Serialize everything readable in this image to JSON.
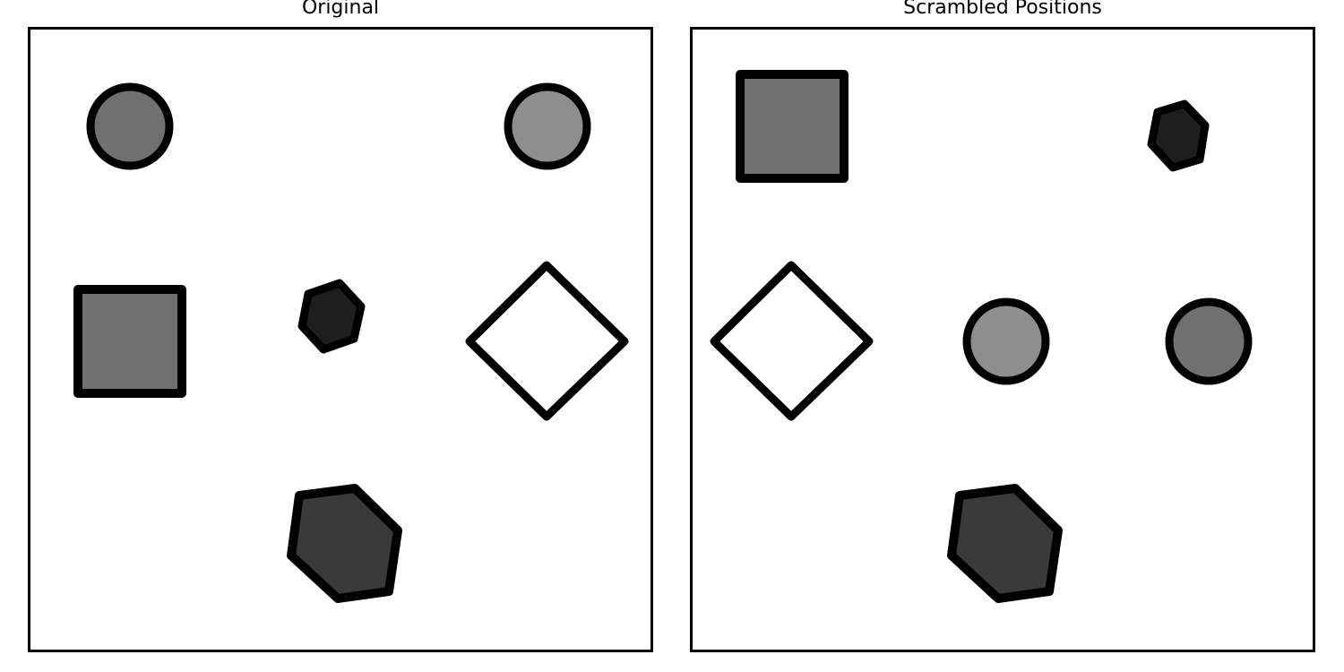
{
  "panels": [
    {
      "title": "Original",
      "shapes": [
        {
          "kind": "circle",
          "fill": "#707070"
        },
        {
          "kind": "circle",
          "fill": "#8e8e8e"
        },
        {
          "kind": "square",
          "fill": "#707070"
        },
        {
          "kind": "small-hexagon",
          "fill": "#1e1e1e"
        },
        {
          "kind": "diamond",
          "fill": "#ffffff"
        },
        {
          "kind": "large-hexagon",
          "fill": "#3a3a3a"
        }
      ]
    },
    {
      "title": "Scrambled Positions",
      "shapes": [
        {
          "kind": "square",
          "fill": "#707070"
        },
        {
          "kind": "small-hexagon",
          "fill": "#1e1e1e"
        },
        {
          "kind": "diamond",
          "fill": "#ffffff"
        },
        {
          "kind": "circle",
          "fill": "#8e8e8e"
        },
        {
          "kind": "circle",
          "fill": "#707070"
        },
        {
          "kind": "large-hexagon",
          "fill": "#3a3a3a"
        }
      ]
    }
  ],
  "colors": {
    "outline": "#000000",
    "background": "#ffffff"
  }
}
